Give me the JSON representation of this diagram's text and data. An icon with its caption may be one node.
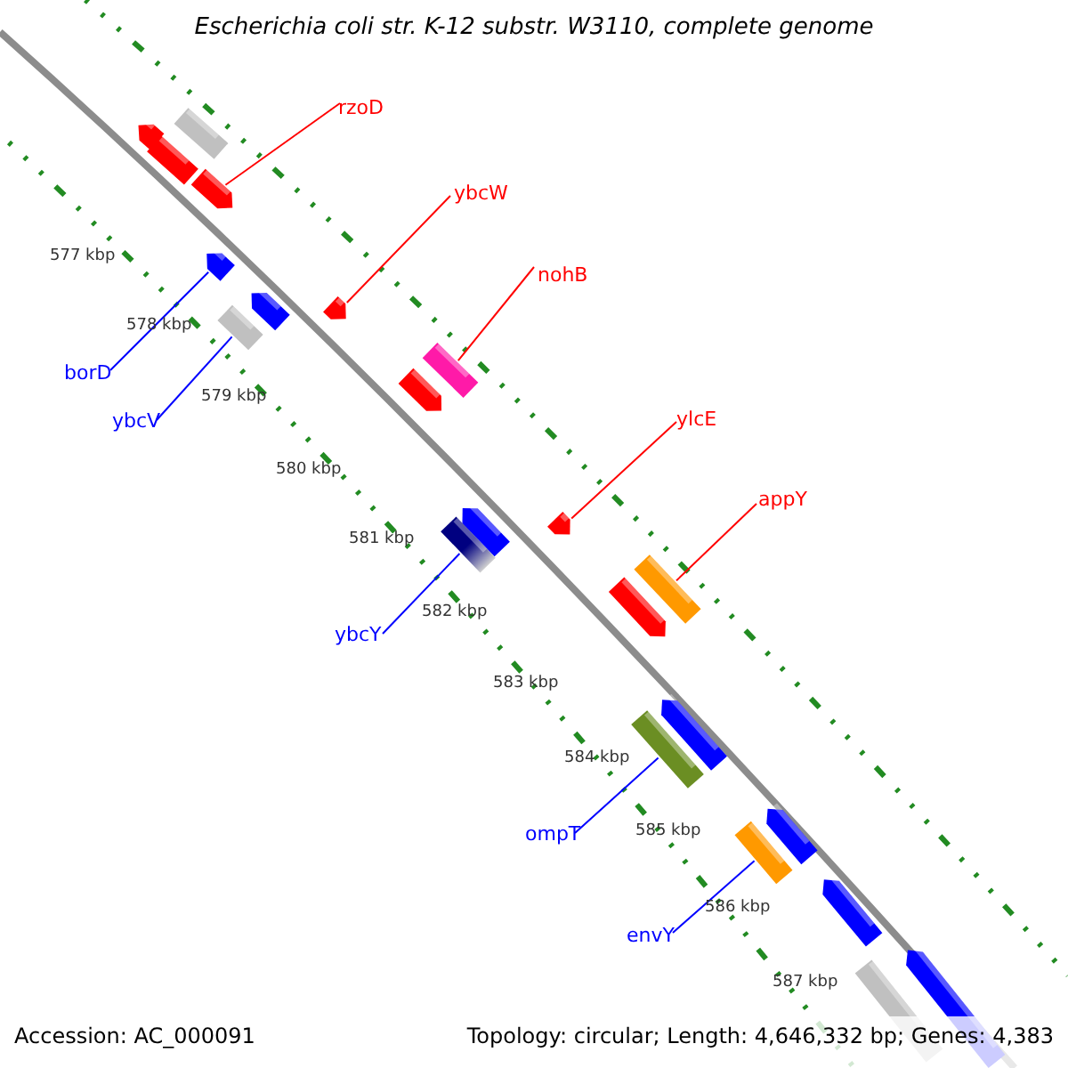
{
  "diagram": {
    "title": "Escherichia coli str. K-12 substr. W3110, complete genome",
    "nodes": [
      {
        "text": [
          "rzoD"
        ]
      },
      {
        "text": [
          "ybcW"
        ]
      },
      {
        "text": [
          "nohB"
        ]
      },
      {
        "text": [
          "borD"
        ]
      },
      {
        "text": [
          "ybcV"
        ]
      },
      {
        "text": [
          "ylcE"
        ]
      },
      {
        "text": [
          "appY"
        ]
      },
      {
        "text": [
          "ybcY"
        ]
      },
      {
        "text": [
          "ompT"
        ]
      },
      {
        "text": [
          "envY"
        ]
      },
      {
        "text": [],
        "shape": "pentagon"
      },
      {
        "text": [],
        "shape": "bar"
      },
      {
        "text": [],
        "shape": "bar"
      },
      {
        "text": [],
        "shape": "pentagon"
      },
      {
        "text": [],
        "shape": "pentagon"
      },
      {
        "text": [],
        "shape": "pentagon"
      },
      {
        "text": [],
        "shape": "bar"
      },
      {
        "text": [],
        "shape": "pentagon"
      },
      {
        "text": [],
        "shape": "bar"
      },
      {
        "text": [],
        "shape": "pentagon"
      },
      {
        "text": [],
        "shape": "pentagon"
      },
      {
        "text": [],
        "shape": "bar"
      },
      {
        "text": [],
        "shape": "pentagon"
      },
      {
        "text": [],
        "shape": "bar"
      },
      {
        "text": [],
        "shape": "pentagon"
      },
      {
        "text": [],
        "shape": "pentagon"
      },
      {
        "text": [],
        "shape": "bar"
      },
      {
        "text": [],
        "shape": "pentagon"
      },
      {
        "text": [],
        "shape": "bar"
      },
      {
        "text": [],
        "shape": "pentagon"
      },
      {
        "text": [],
        "shape": "bar"
      },
      {
        "text": [],
        "shape": "pentagon"
      }
    ],
    "edges": [
      {
        "from": 0,
        "to": 13,
        "arrow": "none"
      },
      {
        "from": 1,
        "to": 17,
        "arrow": "none"
      },
      {
        "from": 2,
        "to": 18,
        "arrow": "none"
      },
      {
        "from": 3,
        "to": 14,
        "arrow": "none",
        "color": "#0000ff"
      },
      {
        "from": 4,
        "to": 16,
        "arrow": "none",
        "color": "#0000ff"
      },
      {
        "from": 5,
        "to": 22,
        "arrow": "none"
      },
      {
        "from": 6,
        "to": 23,
        "arrow": "none"
      },
      {
        "from": 7,
        "to": 21,
        "arrow": "none",
        "color": "#0000ff"
      },
      {
        "from": 8,
        "to": 26,
        "arrow": "none",
        "color": "#0000ff"
      },
      {
        "from": 9,
        "to": 28,
        "arrow": "none",
        "color": "#0000ff"
      }
    ],
    "labels": [
      "577 kbp",
      "578 kbp",
      "579 kbp",
      "580 kbp",
      "581 kbp",
      "582 kbp",
      "583 kbp",
      "584 kbp",
      "585 kbp",
      "586 kbp",
      "587 kbp",
      "Accession: AC_000091",
      "Topology: circular; Length: 4,646,332 bp; Genes: 4,383"
    ]
  }
}
